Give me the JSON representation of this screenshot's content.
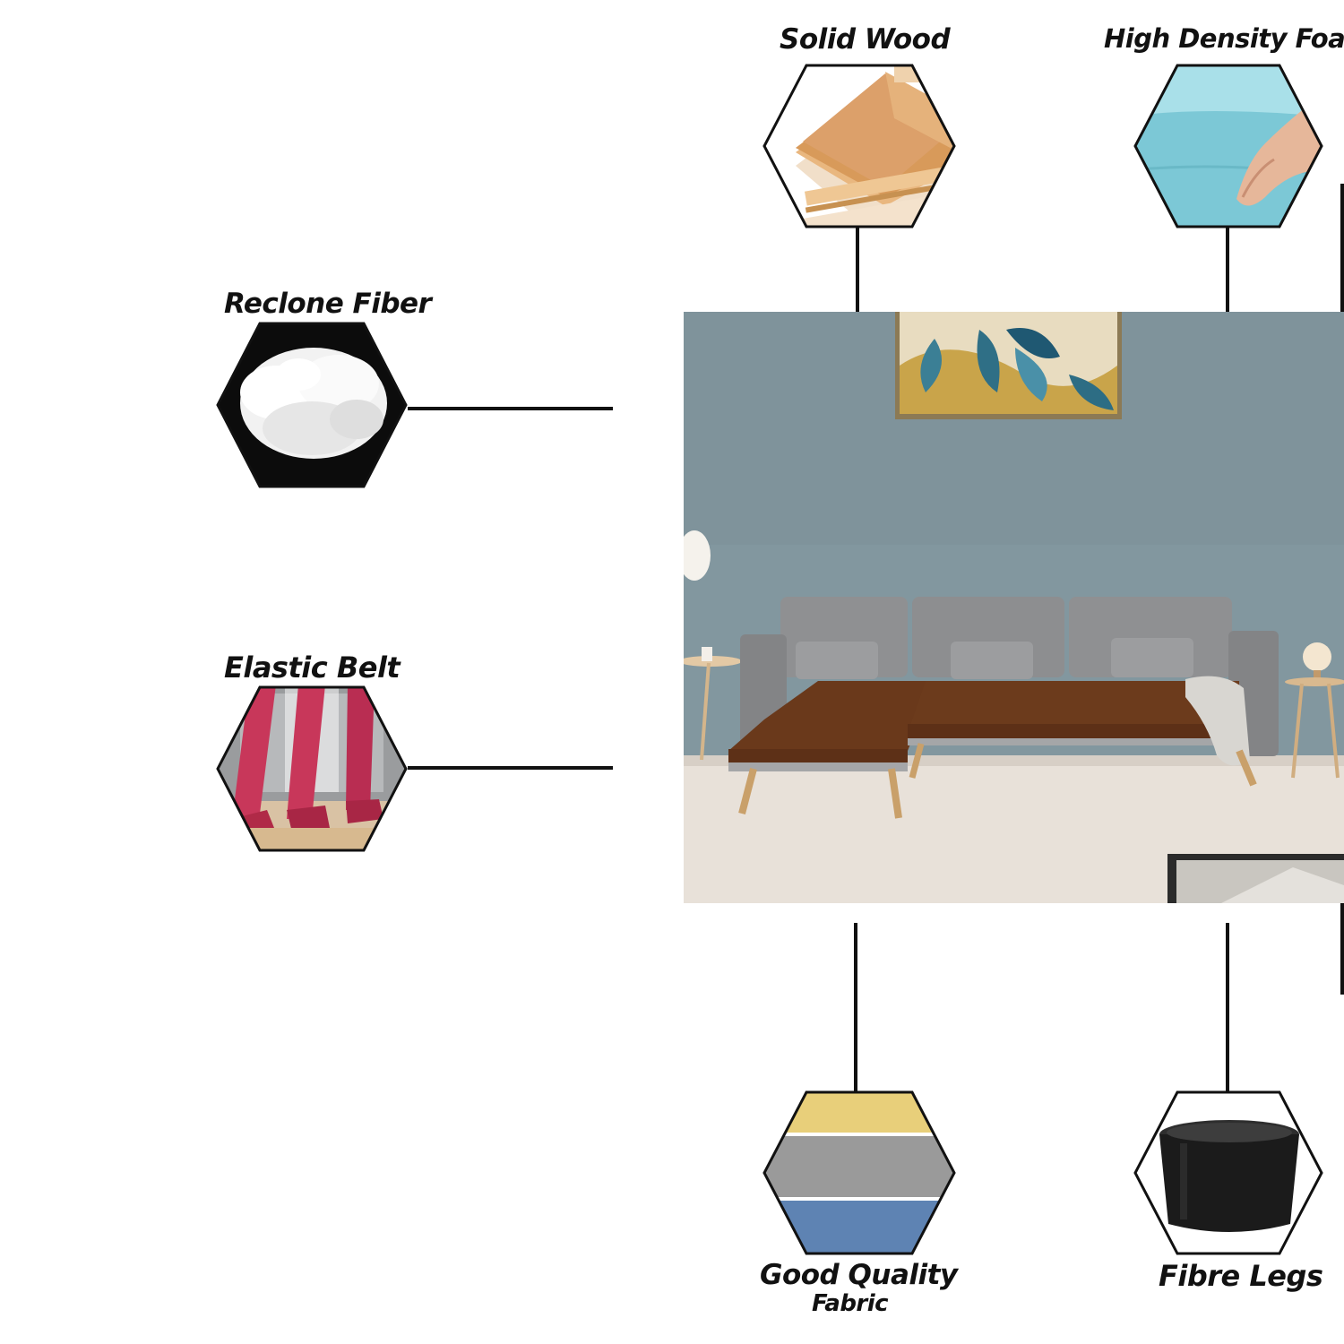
{
  "features": {
    "solid_wood": {
      "label": "Solid Wood"
    },
    "high_density_foam": {
      "label": "High Density Foam"
    },
    "reclone_fiber": {
      "label": "Reclone Fiber"
    },
    "elastic_belt": {
      "label": "Elastic Belt"
    },
    "good_quality_fabric": {
      "label_line1": "Good Quality",
      "label_line2": "Fabric"
    },
    "fibre_legs": {
      "label": "Fibre Legs"
    }
  },
  "colors": {
    "line": "#111111",
    "hex_border": "#111111",
    "wall": "#7f949c",
    "sofa_grey": "#8e8e90",
    "seat_brown": "#6b3a1b",
    "floor": "#e9e2da"
  }
}
